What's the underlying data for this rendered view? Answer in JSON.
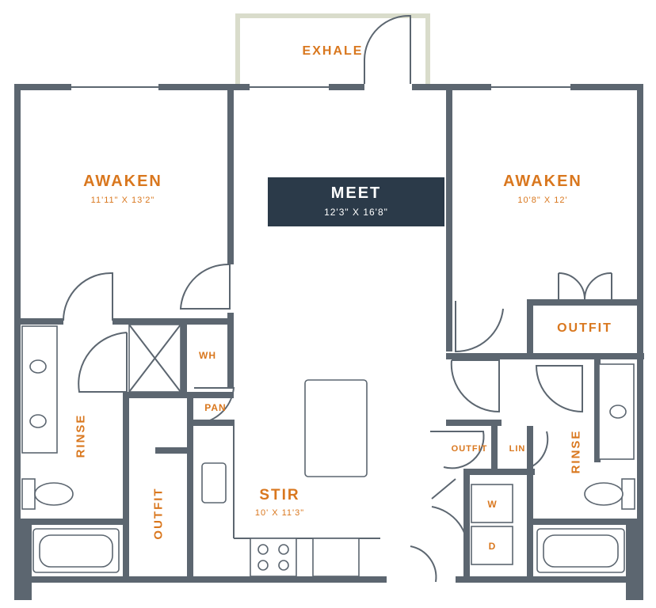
{
  "colors": {
    "wall": "#5c6670",
    "accent": "#d9771e",
    "banner": "#2b3a49",
    "balcony": "#d9dccb"
  },
  "rooms": {
    "balcony": {
      "label": "EXHALE"
    },
    "living": {
      "label": "MEET",
      "dims": "12'3\" X 16'8\""
    },
    "bedroom_left": {
      "label": "AWAKEN",
      "dims": "11'11\" X 13'2\""
    },
    "bedroom_right": {
      "label": "AWAKEN",
      "dims": "10'8\" X 12'"
    },
    "kitchen": {
      "label": "STIR",
      "dims": "10' X 11'3\""
    },
    "bath_left": {
      "label": "RINSE"
    },
    "bath_right": {
      "label": "RINSE"
    },
    "closet_left": {
      "label": "OUTFIT"
    },
    "closet_right": {
      "label": "OUTFIT"
    },
    "closet_hall": {
      "label": "OUTFIT"
    },
    "water_heater": {
      "label": "WH"
    },
    "pantry": {
      "label": "PAN"
    },
    "linen": {
      "label": "LIN"
    },
    "washer": {
      "label": "W"
    },
    "dryer": {
      "label": "D"
    }
  }
}
